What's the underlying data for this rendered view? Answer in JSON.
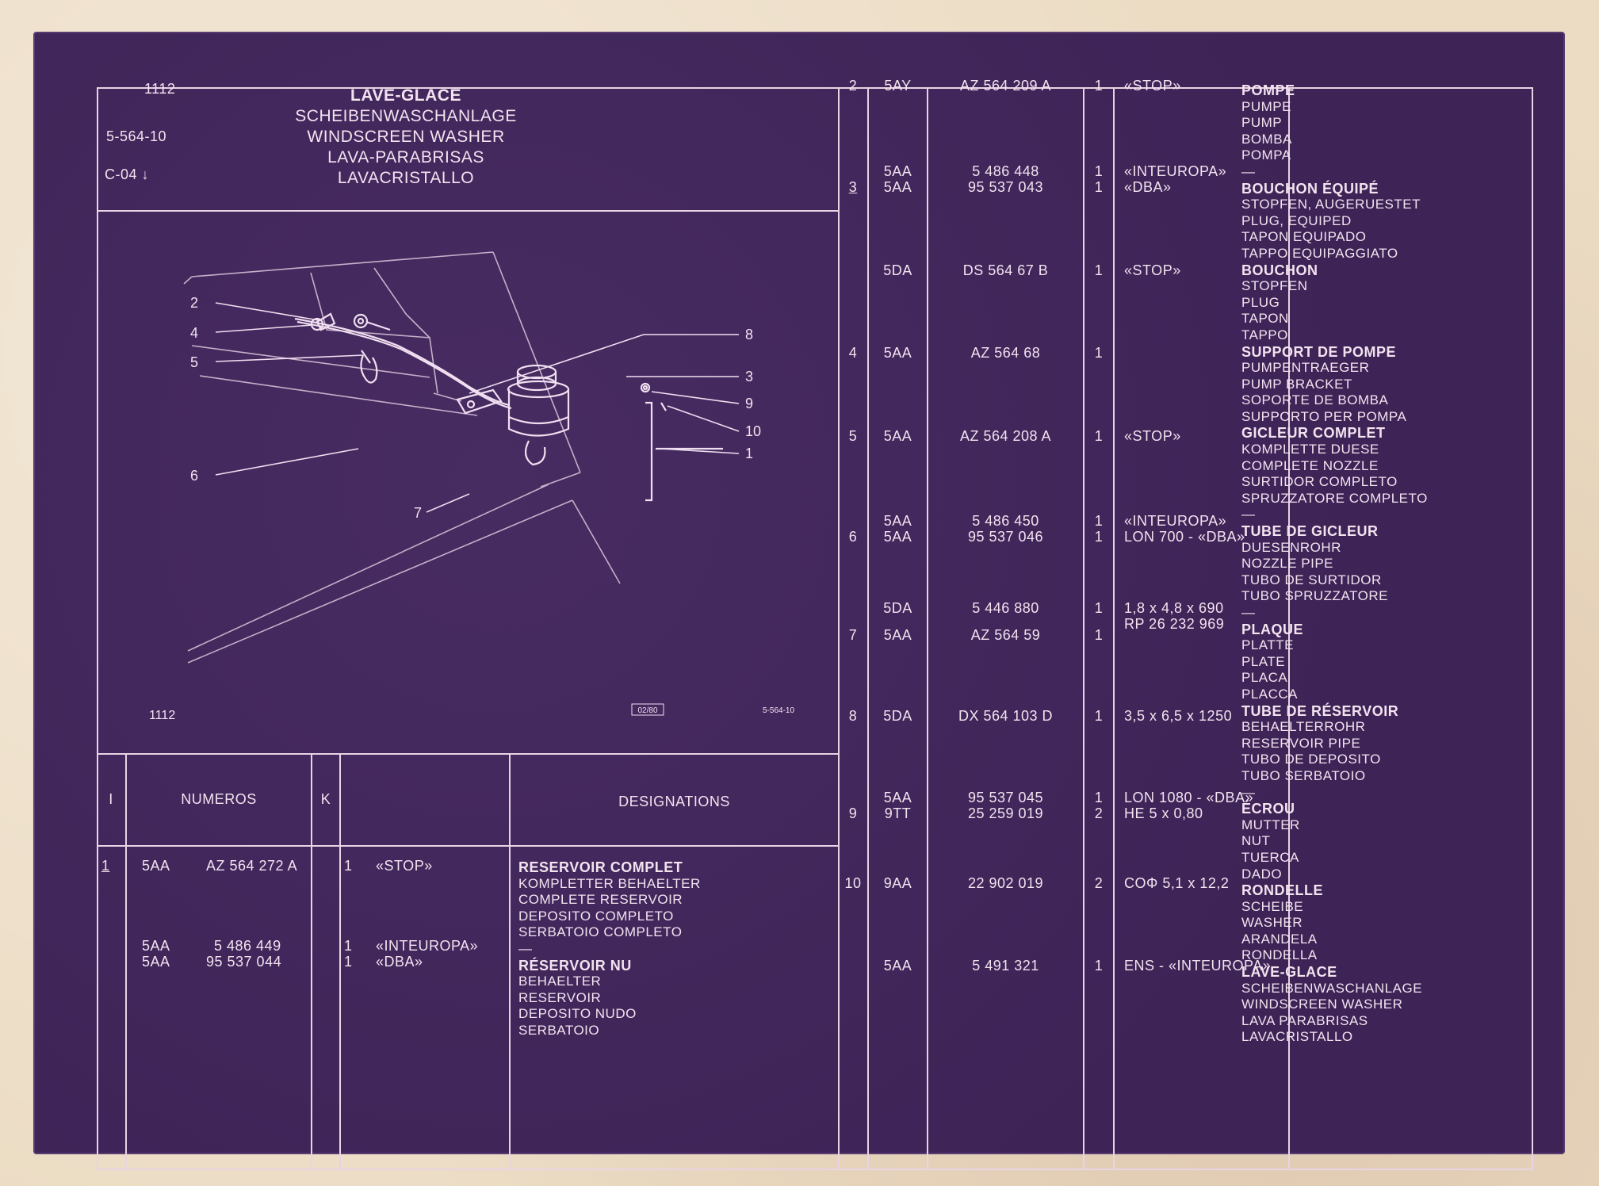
{
  "header": {
    "section_code": "1112",
    "fig_number": "5-564-10",
    "range_code": "C-04",
    "title_lines": [
      "LAVE-GLACE",
      "SCHEIBENWASCHANLAGE",
      "WINDSCREEN WASHER",
      "LAVA-PARABRISAS",
      "LAVACRISTALLO"
    ]
  },
  "diagram": {
    "callouts": [
      "1",
      "2",
      "3",
      "4",
      "5",
      "6",
      "7",
      "8",
      "9",
      "10"
    ],
    "footer_left": "1112",
    "footer_mid": "02/80",
    "footer_right": "5-564-10"
  },
  "table_header": {
    "col_i": "I",
    "col_numeros": "NUMEROS",
    "col_k": "K",
    "col_designations": "DESIGNATIONS"
  },
  "left_rows": [
    {
      "item": "1",
      "pre": "5AA",
      "num": "AZ 564 272 A",
      "qty": "1",
      "note": "«STOP»"
    },
    {
      "item": "",
      "pre": "5AA",
      "num": "5 486 449",
      "qty": "1",
      "note": "«INTEUROPA»"
    },
    {
      "item": "",
      "pre": "5AA",
      "num": "95 537 044",
      "qty": "1",
      "note": "«DBA»"
    }
  ],
  "left_designations": [
    {
      "text": "RESERVOIR COMPLET",
      "bold": true
    },
    {
      "text": "KOMPLETTER BEHAELTER",
      "bold": false
    },
    {
      "text": "COMPLETE RESERVOIR",
      "bold": false
    },
    {
      "text": "DEPOSITO COMPLETO",
      "bold": false
    },
    {
      "text": "SERBATOIO COMPLETO",
      "bold": false
    },
    {
      "text": "—",
      "bold": false
    },
    {
      "text": "RÉSERVOIR NU",
      "bold": true
    },
    {
      "text": "BEHAELTER",
      "bold": false
    },
    {
      "text": "RESERVOIR",
      "bold": false
    },
    {
      "text": "DEPOSITO NUDO",
      "bold": false
    },
    {
      "text": "SERBATOIO",
      "bold": false
    }
  ],
  "right_rows": [
    {
      "item": "2",
      "pre": "5AY",
      "num": "AZ 564 209 A",
      "qty": "1",
      "note": "«STOP»"
    },
    {
      "item": "",
      "pre": "5AA",
      "num": "5 486 448",
      "qty": "1",
      "note": "«INTEUROPA»"
    },
    {
      "item": "3",
      "pre": "5AA",
      "num": "95 537 043",
      "qty": "1",
      "note": "«DBA»"
    },
    {
      "item": "",
      "pre": "5DA",
      "num": "DS 564 67 B",
      "qty": "1",
      "note": "«STOP»"
    },
    {
      "item": "4",
      "pre": "5AA",
      "num": "AZ 564 68",
      "qty": "1",
      "note": ""
    },
    {
      "item": "5",
      "pre": "5AA",
      "num": "AZ 564 208 A",
      "qty": "1",
      "note": "«STOP»"
    },
    {
      "item": "",
      "pre": "5AA",
      "num": "5 486 450",
      "qty": "1",
      "note": "«INTEUROPA»"
    },
    {
      "item": "6",
      "pre": "5AA",
      "num": "95 537 046",
      "qty": "1",
      "note": "LON 700 - «DBA»"
    },
    {
      "item": "",
      "pre": "5DA",
      "num": "5 446 880",
      "qty": "1",
      "note": "1,8 x 4,8 x 690"
    },
    {
      "item": "",
      "pre": "",
      "num": "",
      "qty": "",
      "note": "RP 26 232 969"
    },
    {
      "item": "7",
      "pre": "5AA",
      "num": "AZ 564 59",
      "qty": "1",
      "note": ""
    },
    {
      "item": "8",
      "pre": "5DA",
      "num": "DX 564 103 D",
      "qty": "1",
      "note": "3,5 x 6,5 x 1250"
    },
    {
      "item": "",
      "pre": "5AA",
      "num": "95 537 045",
      "qty": "1",
      "note": "LON 1080 - «DBA»"
    },
    {
      "item": "9",
      "pre": "9TT",
      "num": "25 259 019",
      "qty": "2",
      "note": "HE 5 x 0,80"
    },
    {
      "item": "10",
      "pre": "9AA",
      "num": "22 902 019",
      "qty": "2",
      "note": "COΦ 5,1 x 12,2"
    },
    {
      "item": "",
      "pre": "5AA",
      "num": "5 491 321",
      "qty": "1",
      "note": "ENS - «INTEUROPA»"
    }
  ],
  "right_designations": [
    {
      "text": "POMPE",
      "bold": true
    },
    {
      "text": "PUMPE",
      "bold": false
    },
    {
      "text": "PUMP",
      "bold": false
    },
    {
      "text": "BOMBA",
      "bold": false
    },
    {
      "text": "POMPA",
      "bold": false
    },
    {
      "text": "—",
      "bold": false
    },
    {
      "text": "BOUCHON ÉQUIPÉ",
      "bold": true
    },
    {
      "text": "STOPFEN, AUGERUESTET",
      "bold": false
    },
    {
      "text": "PLUG, EQUIPED",
      "bold": false
    },
    {
      "text": "TAPON EQUIPADO",
      "bold": false
    },
    {
      "text": "TAPPO EQUIPAGGIATO",
      "bold": false
    },
    {
      "text": "BOUCHON",
      "bold": true
    },
    {
      "text": "STOPFEN",
      "bold": false
    },
    {
      "text": "PLUG",
      "bold": false
    },
    {
      "text": "TAPON",
      "bold": false
    },
    {
      "text": "TAPPO",
      "bold": false
    },
    {
      "text": "SUPPORT DE POMPE",
      "bold": true
    },
    {
      "text": "PUMPENTRAEGER",
      "bold": false
    },
    {
      "text": "PUMP BRACKET",
      "bold": false
    },
    {
      "text": "SOPORTE DE BOMBA",
      "bold": false
    },
    {
      "text": "SUPPORTO PER POMPA",
      "bold": false
    },
    {
      "text": "GICLEUR COMPLET",
      "bold": true
    },
    {
      "text": "KOMPLETTE DUESE",
      "bold": false
    },
    {
      "text": "COMPLETE NOZZLE",
      "bold": false
    },
    {
      "text": "SURTIDOR COMPLETO",
      "bold": false
    },
    {
      "text": "SPRUZZATORE COMPLETO",
      "bold": false
    },
    {
      "text": "—",
      "bold": false
    },
    {
      "text": "TUBE DE GICLEUR",
      "bold": true
    },
    {
      "text": "DUESENROHR",
      "bold": false
    },
    {
      "text": "NOZZLE PIPE",
      "bold": false
    },
    {
      "text": "TUBO DE SURTIDOR",
      "bold": false
    },
    {
      "text": "TUBO SPRUZZATORE",
      "bold": false
    },
    {
      "text": "—",
      "bold": false
    },
    {
      "text": "PLAQUE",
      "bold": true
    },
    {
      "text": "PLATTE",
      "bold": false
    },
    {
      "text": "PLATE",
      "bold": false
    },
    {
      "text": "PLACA",
      "bold": false
    },
    {
      "text": "PLACCA",
      "bold": false
    },
    {
      "text": "TUBE DE RÉSERVOIR",
      "bold": true
    },
    {
      "text": "BEHAELTERROHR",
      "bold": false
    },
    {
      "text": "RESERVOIR PIPE",
      "bold": false
    },
    {
      "text": "TUBO DE DEPOSITO",
      "bold": false
    },
    {
      "text": "TUBO SERBATOIO",
      "bold": false
    },
    {
      "text": "—",
      "bold": false
    },
    {
      "text": "ÉCROU",
      "bold": true
    },
    {
      "text": "MUTTER",
      "bold": false
    },
    {
      "text": "NUT",
      "bold": false
    },
    {
      "text": "TUERCA",
      "bold": false
    },
    {
      "text": "DADO",
      "bold": false
    },
    {
      "text": "RONDELLE",
      "bold": true
    },
    {
      "text": "SCHEIBE",
      "bold": false
    },
    {
      "text": "WASHER",
      "bold": false
    },
    {
      "text": "ARANDELA",
      "bold": false
    },
    {
      "text": "RONDELLA",
      "bold": false
    },
    {
      "text": "LAVE-GLACE",
      "bold": true
    },
    {
      "text": "SCHEIBENWASCHANLAGE",
      "bold": false
    },
    {
      "text": "WINDSCREEN WASHER",
      "bold": false
    },
    {
      "text": "LAVA PARABRISAS",
      "bold": false
    },
    {
      "text": "LAVACRISTALLO",
      "bold": false
    }
  ]
}
